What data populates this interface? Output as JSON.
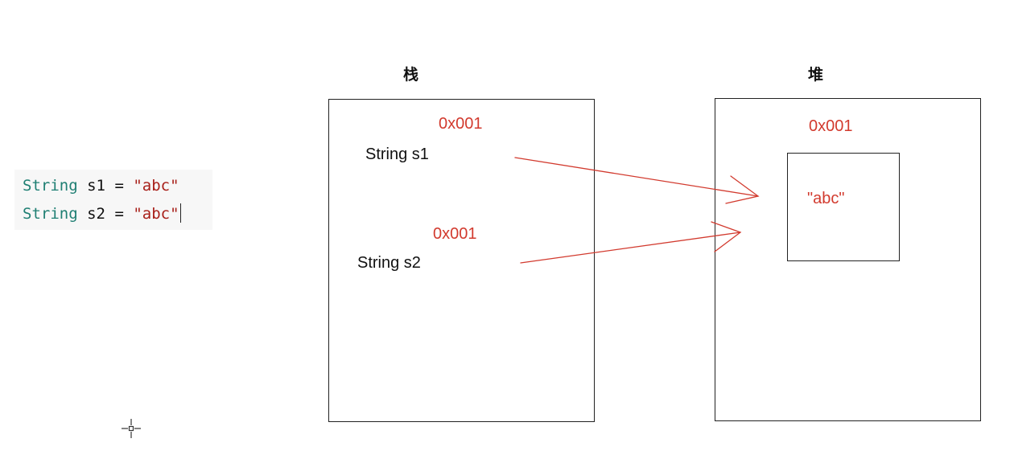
{
  "code": {
    "line1": {
      "keyword": "String",
      "name": "s1",
      "op": "=",
      "value": "\"abc\""
    },
    "line2": {
      "keyword": "String",
      "name": "s2",
      "op": "=",
      "value": "\"abc\""
    }
  },
  "diagram": {
    "stack_title": "栈",
    "heap_title": "堆",
    "stack": {
      "s1_address": "0x001",
      "s1_label": "String s1",
      "s2_address": "0x001",
      "s2_label": "String s2"
    },
    "heap": {
      "address": "0x001",
      "value": "\"abc\""
    }
  },
  "colors": {
    "keyword": "#1f7f73",
    "string": "#a8201a",
    "address": "#d23a2e",
    "arrow": "#d23a2e",
    "border": "#222222",
    "code_bg": "#f7f7f7"
  },
  "icons": {
    "pointer": "crosshair-cursor-icon"
  }
}
